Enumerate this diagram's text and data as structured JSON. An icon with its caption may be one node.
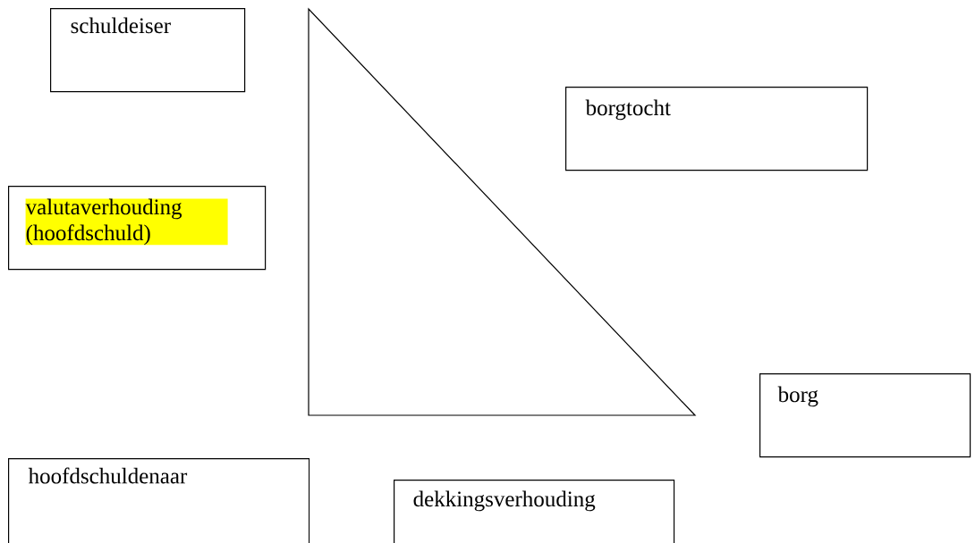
{
  "diagram": {
    "nodes": [
      {
        "text": [
          "schuldeiser"
        ]
      },
      {
        "text": [
          "borgtocht"
        ]
      },
      {
        "text": [
          "valutaverhouding (hoofdschuld)"
        ]
      },
      {
        "text": [
          "borg"
        ]
      },
      {
        "text": [
          "hoofdschuldenaar"
        ]
      },
      {
        "text": [
          "dekkingsverhouding"
        ]
      }
    ]
  }
}
